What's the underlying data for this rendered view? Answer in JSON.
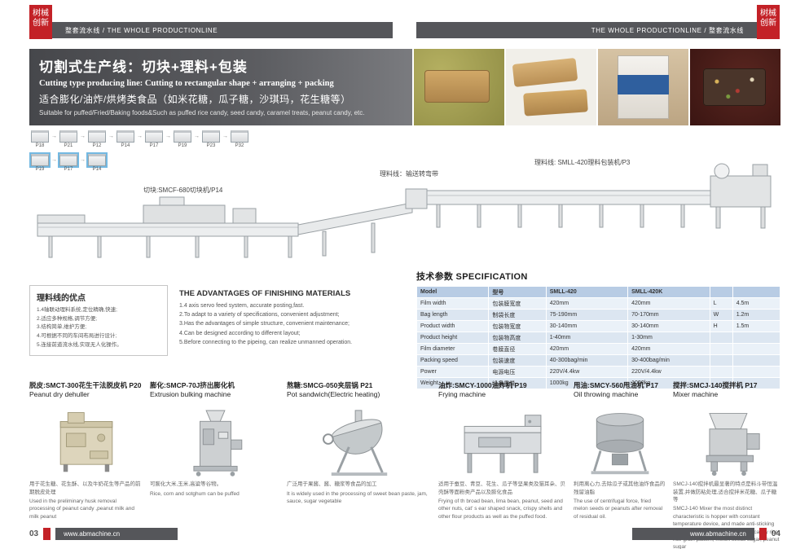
{
  "colors": {
    "accent_red": "#c32127",
    "bar_gray": "#55565a",
    "table_header_blue": "#b8cce4"
  },
  "header": {
    "logo_text": "树械创新",
    "left_bar": "整套流水线 / THE WHOLE PRODUCTIONLINE",
    "right_bar": "THE WHOLE PRODUCTIONLINE / 整套流水线"
  },
  "title_block": {
    "title_zh": "切割式生产线：切块+理料+包装",
    "title_en": "Cutting type producing line:  Cutting to rectangular shape + arranging + packing",
    "subtitle_zh": "适合膨化/油炸/烘烤类食品（如米花糖，瓜子糖，沙琪玛，花生糖等）",
    "subtitle_en": "Suitable for puffed/Fried/Baking foods&Such as puffed rice candy, seed candy, caramel treats, peanut candy, etc."
  },
  "photos": [
    "cereal-bar-on-green",
    "two-cereal-bars",
    "packaged-candy-bag",
    "nut-fruit-bar"
  ],
  "diagram": {
    "flow_row1": [
      "P18",
      "P21",
      "P12",
      "P14",
      "P17",
      "P19",
      "P23",
      "P32"
    ],
    "flow_row2": [
      "P19",
      "P17",
      "P14"
    ],
    "cutting_label": "切块:SMCF-680切块机/P14",
    "turn_label": "理料线：输送转弯带",
    "packing_label": "理料线: SMLL-420理料包装机/P3"
  },
  "advantages_zh": {
    "title": "理料线的优点",
    "items": [
      "1.4轴联动理料系统,定位精确,快速;",
      "2.适应多种规格,调节方便;",
      "3.结构简单,维护方便;",
      "4.可根据不同的车间布局进行设计;",
      "5.连接前道流水线,实现无人化操作。"
    ]
  },
  "advantages_en": {
    "title": "THE ADVANTAGES OF FINISHING MATERIALS",
    "items": [
      "1.4 axis servo feed system, accurate posting,fast.",
      "2.To adapt to a variety of specifications, convenient adjustment;",
      "3.Has the advantages of simple structure, convenient maintenance;",
      "4.Can be designed according to different layout;",
      "5.Before connecting to the pipeing, can realize unmanned operation."
    ]
  },
  "specification": {
    "title": "技术参数 SPECIFICATION",
    "rows": [
      [
        "Model",
        "型号",
        "SMLL-420",
        "SMLL-420K",
        "",
        ""
      ],
      [
        "Film width",
        "包装膜宽度",
        "420mm",
        "420mm",
        "L",
        "4.5m"
      ],
      [
        "Bag length",
        "制袋长度",
        "75-190mm",
        "70-170mm",
        "W",
        "1.2m"
      ],
      [
        "Product width",
        "包装物宽度",
        "30-140mm",
        "30-140mm",
        "H",
        "1.5m"
      ],
      [
        "Product height",
        "包装物高度",
        "1-40mm",
        "1-30mm",
        "",
        ""
      ],
      [
        "Film diameter",
        "卷膜直径",
        "420mm",
        "420mm",
        "",
        ""
      ],
      [
        "Packing speed",
        "包装速度",
        "40-300bag/min",
        "30-400bag/min",
        "",
        ""
      ],
      [
        "Power",
        "电源电压",
        "220V/4.4kw",
        "220V/4.4kw",
        "",
        ""
      ],
      [
        "Weight",
        "设备重量",
        "1000kg",
        "1000kg",
        "",
        ""
      ]
    ]
  },
  "machines": [
    {
      "title_zh": "脱皮:SMCT-300花生干法脱皮机 P20",
      "title_en": "Peanut dry dehuller",
      "desc_zh": "用于花生糖、花生酥、以及牛奶花生等产品的前期脱皮处理",
      "desc_en": "Used in the preliminary husk removal processing of peanut candy ,peanut milk and milk peanut"
    },
    {
      "title_zh": "膨化:SMCP-70J挤出膨化机",
      "title_en": "Extrusion bulking machine",
      "desc_zh": "可膨化大米,玉米,高粱等谷物。",
      "desc_en": "Rice, corn and sotghum can be puffed"
    },
    {
      "title_zh": "熬糖:SMCG-050夹层锅 P21",
      "title_en": "Pot sandwich(Electric heating)",
      "desc_zh": "广泛用于果酱、酱、糖浆等食品的加工",
      "desc_en": "It is widely used in the processing of sweet bean paste, jam, sauce, sugar vegetable"
    },
    {
      "title_zh": "油炸:SMCY-1000油炸机 P19",
      "title_en": "Frying machine",
      "desc_zh": "适用于蚕豆、青豆、花生、瓜子等坚果类及猫耳朵、贝壳酥等面粉类产品以及膨化食品",
      "desc_en": "Frying of th broad bean, lima bean, peanut, seed and other nuts, cat' s ear shaped snack, crispy shells and other flour products as well as the puffed food."
    },
    {
      "title_zh": "甩油:SMCY-560甩油机 P17",
      "title_en": "Oil throwing machine",
      "desc_zh": "利用离心力,去除瓜子或其他油炸食品的残留油脂",
      "desc_en": "The use of centrifugal force, fried melon seeds or peanuts after removal of residual oil."
    },
    {
      "title_zh": "搅拌:SMCJ-140搅拌机 P17",
      "title_en": "Mixer machine",
      "desc_zh": "SMCJ-140搅拌机最显著的特点是料斗带恒温装置,并做防粘处理,适合搅拌米花糖、瓜子糖等",
      "desc_en": "SMCJ-140 Mixer the most distinct characteristic is hopper with constant temperature device, and made anti-sticking treatment, suitable mixing swelled candy rice, rice grain pattern, melon seeds sugar, peanut sugar"
    }
  ],
  "footer": {
    "url": "www.abmachine.cn",
    "page_left": "03",
    "page_right": "04"
  }
}
